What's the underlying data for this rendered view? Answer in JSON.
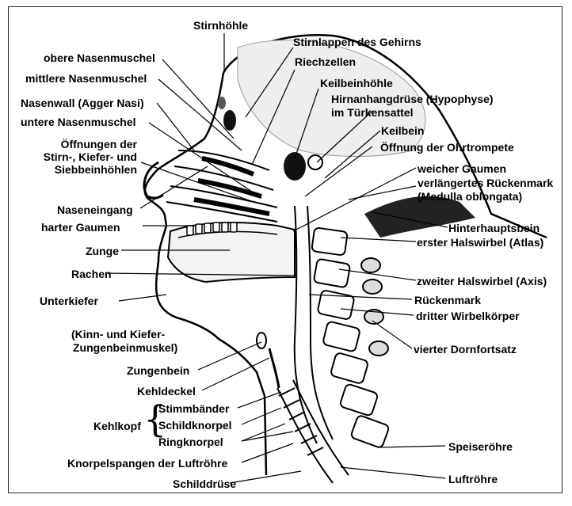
{
  "labels": {
    "stirnhoehle": "Stirnhöhle",
    "stirnlappen": "Stirnlappen des Gehirns",
    "obere_nasenmuschel": "obere Nasenmuschel",
    "riechzellen": "Riechzellen",
    "mittlere_nasenmuschel": "mittlere Nasenmuschel",
    "keilbeinhoehle": "Keilbeinhöhle",
    "nasenwall": "Nasenwall (Agger Nasi)",
    "hypophyse_1": "Hirnanhangdrüse (Hypophyse)",
    "hypophyse_2": "im Türkensattel",
    "untere_nasenmuschel": "untere Nasenmuschel",
    "keilbein": "Keilbein",
    "oeffnungen_1": "Öffnungen der",
    "oeffnungen_2": "Stirn-, Kiefer- und",
    "oeffnungen_3": "Siebbeinhöhlen",
    "ohrtrompete": "Öffnung der Ohrtrompete",
    "weicher_gaumen": "weicher Gaumen",
    "rueckenmark_verl_1": "verlängertes Rückenmark",
    "rueckenmark_verl_2": "(Medulla oblongata)",
    "naseneingang": "Naseneingang",
    "harter_gaumen": "harter Gaumen",
    "hinterhauptsbein": "Hinterhauptsbein",
    "zunge": "Zunge",
    "erster_halswirbel": "erster Halswirbel (Atlas)",
    "rachen": "Rachen",
    "zweiter_halswirbel": "zweiter Halswirbel (Axis)",
    "unterkiefer": "Unterkiefer",
    "rueckenmark": "Rückenmark",
    "dritter_wirbelkoerper": "dritter Wirbelkörper",
    "kinn_1": "(Kinn- und Kiefer-",
    "kinn_2": "Zungenbeinmuskel)",
    "vierter_dornfortsatz": "vierter Dornfortsatz",
    "zungenbein": "Zungenbein",
    "kehldeckel": "Kehldeckel",
    "stimmbaender": "Stimmbänder",
    "kehlkopf": "Kehlkopf",
    "schildknorpel": "Schildknorpel",
    "ringknorpel": "Ringknorpel",
    "speiseroehre": "Speiseröhre",
    "knorpelspangen": "Knorpelspangen der Luftröhre",
    "schilddruese": "Schilddrüse",
    "luftroehre": "Luftröhre"
  }
}
